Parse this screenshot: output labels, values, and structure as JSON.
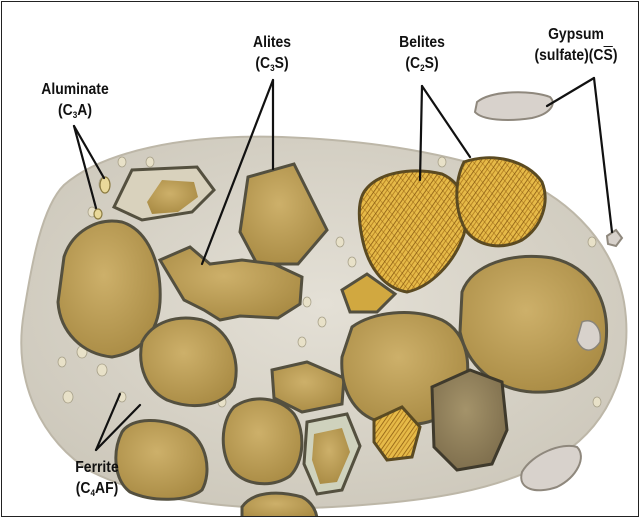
{
  "labels": {
    "aluminate": {
      "name": "Aluminate",
      "f_a": "(C",
      "f_sub": "3",
      "f_b": "A)"
    },
    "alites": {
      "name": "Alites",
      "f_a": "(C",
      "f_sub": "3",
      "f_b": "S)"
    },
    "belites": {
      "name": "Belites",
      "f_a": "(C",
      "f_sub": "2",
      "f_b": "S)"
    },
    "gypsum": {
      "name": "Gypsum",
      "f_a": "(sulfate)(C",
      "f_over": "S",
      "f_b": ")"
    },
    "ferrite": {
      "name": "Ferrite",
      "f_a": "(C",
      "f_sub": "4",
      "f_b": "AF)"
    }
  },
  "colors": {
    "matrix": "#dcd8cc",
    "grain": "#b89a4e",
    "grain_dark": "#8c7a54",
    "grain_border": "#54503f",
    "belite_fill": "#e4b642",
    "belite_hatch": "#8a5a10",
    "gypsum": "#d8d2cc",
    "leader": "#111111"
  }
}
